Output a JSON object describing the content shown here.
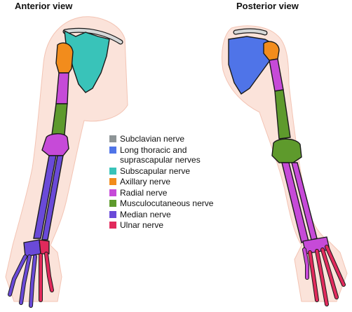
{
  "titles": {
    "anterior": "Anterior view",
    "posterior": "Posterior view"
  },
  "legend": [
    {
      "label": "Subclavian nerve",
      "color": "#8d9496"
    },
    {
      "label": "Long thoracic and suprascapular nerves",
      "color": "#4f74e8"
    },
    {
      "label": "Subscapular nerve",
      "color": "#39c3b9"
    },
    {
      "label": "Axillary nerve",
      "color": "#f28c1c"
    },
    {
      "label": "Radial nerve",
      "color": "#c64ad8"
    },
    {
      "label": "Musculocutaneous nerve",
      "color": "#5e9a2c"
    },
    {
      "label": "Median nerve",
      "color": "#6a4ad8"
    },
    {
      "label": "Ulnar nerve",
      "color": "#e12a5c"
    }
  ],
  "colors": {
    "skin": "#fbe3da",
    "skin_outline": "#f0b7a6",
    "bone_outline": "#1a1a1a",
    "clavicle": "#d6d8d8"
  }
}
